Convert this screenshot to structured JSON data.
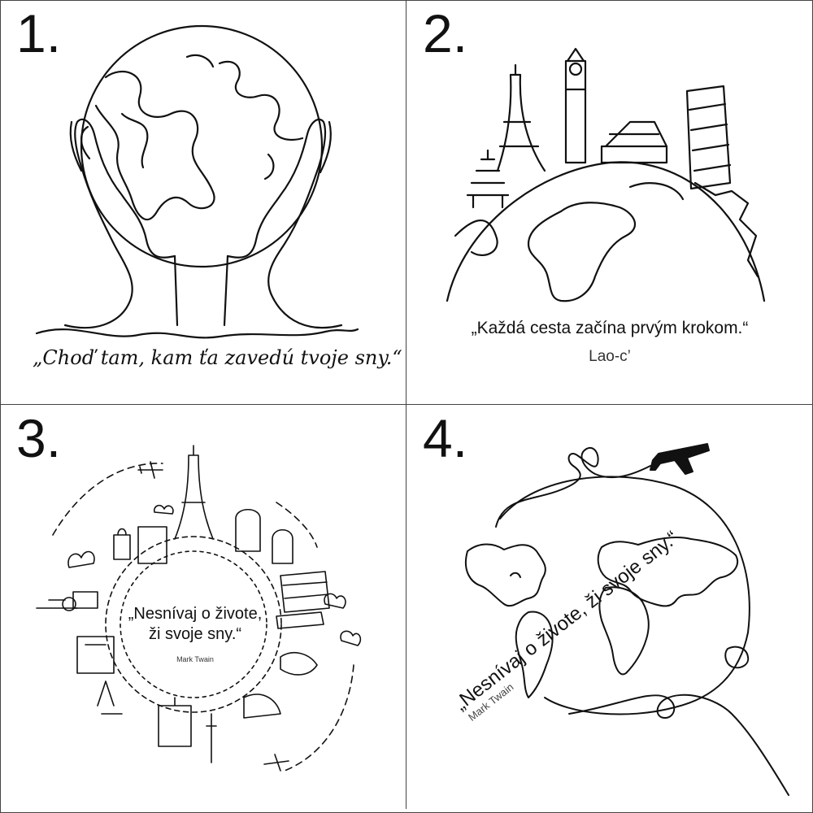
{
  "panels": [
    {
      "number": "1.",
      "quote": "„Choď tam, kam ťa zavedú tvoje sny.“",
      "author": ""
    },
    {
      "number": "2.",
      "quote": "„Každá cesta začína prvým krokom.“",
      "author": "Lao-c’"
    },
    {
      "number": "3.",
      "quote_line1": "„Nesnívaj o živote,",
      "quote_line2": "ži svoje sny.“",
      "author": "Mark Twain"
    },
    {
      "number": "4.",
      "quote": "„Nesnívaj o živote, ži svoje sny.“",
      "author": "Mark Twain"
    }
  ],
  "icons": {
    "panel1": "hands-holding-globe-icon",
    "panel2": "globe-with-landmarks-icon",
    "panel3": "circular-city-skyline-icon",
    "panel4": "world-map-with-airplane-icon"
  },
  "colors": {
    "line": "#111111",
    "border": "#444444",
    "background": "#ffffff"
  }
}
